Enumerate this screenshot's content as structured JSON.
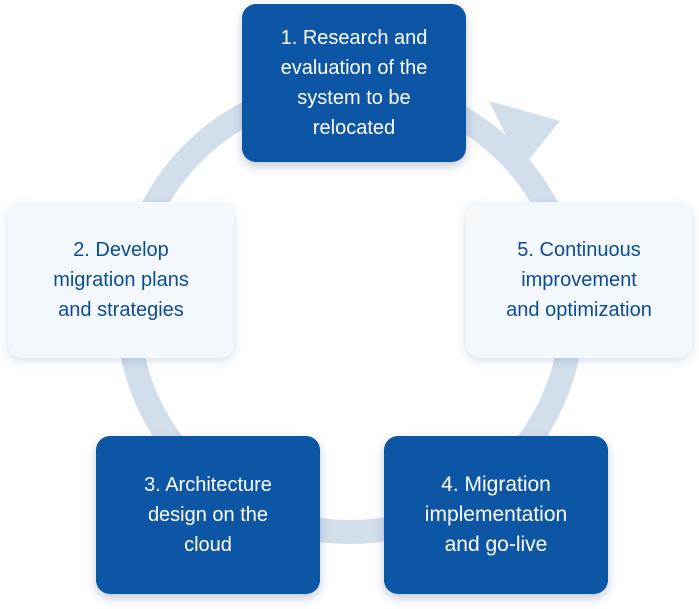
{
  "colors": {
    "dark_box": "#0d56a6",
    "light_box": "#f3f8fd",
    "light_text": "#0d4c94",
    "ring": "#d2deea"
  },
  "steps": [
    {
      "text": "1. Research and\nevaluation of the\nsystem to be\nrelocated",
      "style": "dark"
    },
    {
      "text": "2. Develop\nmigration plans\nand strategies",
      "style": "light"
    },
    {
      "text": "3. Architecture\ndesign on the\ncloud",
      "style": "dark"
    },
    {
      "text": "4. Migration\nimplementation\nand go-live",
      "style": "dark"
    },
    {
      "text": "5. Continuous\nimprovement\nand optimization",
      "style": "light"
    }
  ]
}
